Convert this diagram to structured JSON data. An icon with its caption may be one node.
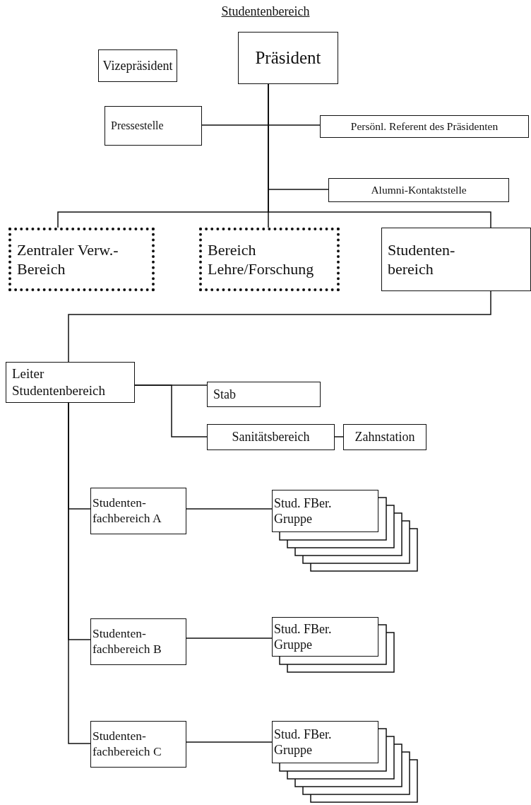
{
  "diagram": {
    "title": "Studentenbereich",
    "nodes": [
      {
        "text": [
          "Vizepräsident"
        ]
      },
      {
        "text": [
          "Präsident"
        ]
      },
      {
        "text": [
          "Pressestelle"
        ]
      },
      {
        "text": [
          "Persönl. Referent des Präsidenten"
        ]
      },
      {
        "text": [
          "Alumni-Kontaktstelle"
        ]
      },
      {
        "text": [
          "Zentraler Verw.-Bereich"
        ]
      },
      {
        "text": [
          "Bereich Lehre/Forschung"
        ]
      },
      {
        "text": [
          "Studenten- bereich"
        ]
      },
      {
        "text": [
          "Leiter Studentenbereich"
        ]
      },
      {
        "text": [
          "Stab"
        ]
      },
      {
        "text": [
          "Sanitätsbereich"
        ]
      },
      {
        "text": [
          "Zahnstation"
        ]
      },
      {
        "text": [
          "Studenten- fachbereich A"
        ]
      },
      {
        "text": [
          "Stud. FBer. Gruppe"
        ]
      },
      {
        "text": [
          "Studenten- fachbereich B"
        ]
      },
      {
        "text": [
          "Stud. FBer. Gruppe"
        ]
      },
      {
        "text": [
          "Studenten- fachbereich C"
        ]
      },
      {
        "text": [
          "Stud. FBer. Gruppe"
        ]
      }
    ],
    "edges": [
      {
        "from": 1,
        "to": 2,
        "arrow": "none"
      },
      {
        "from": 1,
        "to": 3,
        "arrow": "none"
      },
      {
        "from": 1,
        "to": 4,
        "arrow": "none"
      },
      {
        "from": 1,
        "to": 5,
        "arrow": "none"
      },
      {
        "from": 1,
        "to": 6,
        "arrow": "none"
      },
      {
        "from": 1,
        "to": 7,
        "arrow": "none"
      },
      {
        "from": 7,
        "to": 8,
        "arrow": "none"
      },
      {
        "from": 8,
        "to": 9,
        "arrow": "none"
      },
      {
        "from": 8,
        "to": 10,
        "arrow": "none"
      },
      {
        "from": 10,
        "to": 11,
        "arrow": "none"
      },
      {
        "from": 8,
        "to": 12,
        "arrow": "none"
      },
      {
        "from": 8,
        "to": 14,
        "arrow": "none"
      },
      {
        "from": 8,
        "to": 16,
        "arrow": "none"
      },
      {
        "from": 12,
        "to": 13,
        "arrow": "none"
      },
      {
        "from": 14,
        "to": 15,
        "arrow": "none"
      },
      {
        "from": 16,
        "to": 17,
        "arrow": "none"
      }
    ]
  }
}
